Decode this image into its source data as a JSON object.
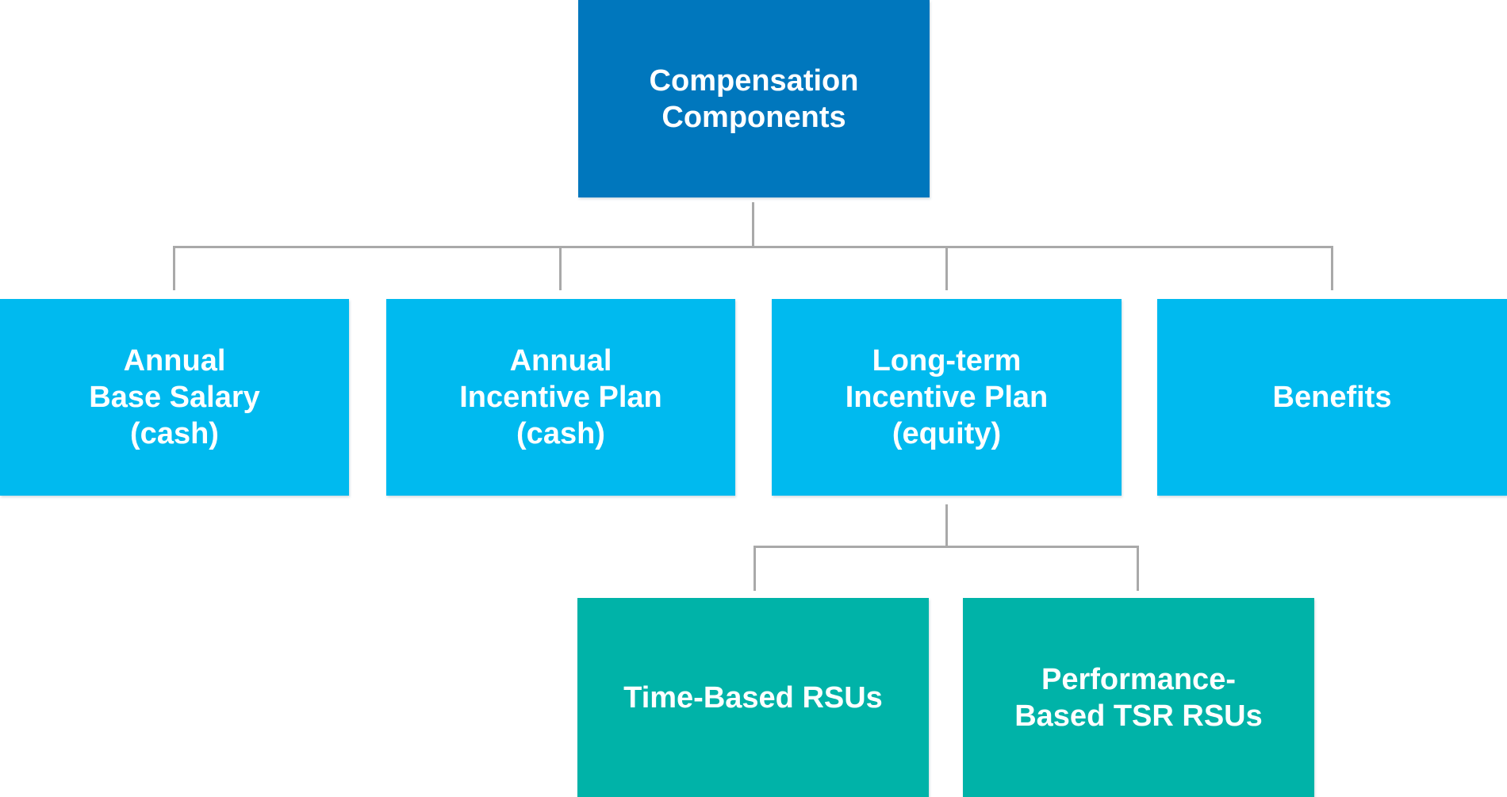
{
  "diagram": {
    "title": "Compensation Components",
    "colors": {
      "root_box": "#0077BD",
      "level2_box": "#00BAEF",
      "level3_box": "#00B3A8",
      "connector": "#A9A9A9",
      "text": "#FFFFFF"
    },
    "nodes": {
      "root": {
        "lines": [
          "Compensation",
          "Components"
        ]
      },
      "base_salary": {
        "lines": [
          "Annual",
          "Base Salary",
          "(cash)"
        ]
      },
      "annual_incentive": {
        "lines": [
          "Annual",
          "Incentive Plan",
          "(cash)"
        ]
      },
      "long_term_incentive": {
        "lines": [
          "Long-term",
          "Incentive Plan",
          "(equity)"
        ]
      },
      "benefits": {
        "lines": [
          "Benefits"
        ]
      },
      "time_based_rsus": {
        "lines": [
          "Time-Based RSUs"
        ]
      },
      "performance_tsr_rsus": {
        "lines": [
          "Performance-",
          "Based TSR RSUs"
        ]
      }
    }
  }
}
